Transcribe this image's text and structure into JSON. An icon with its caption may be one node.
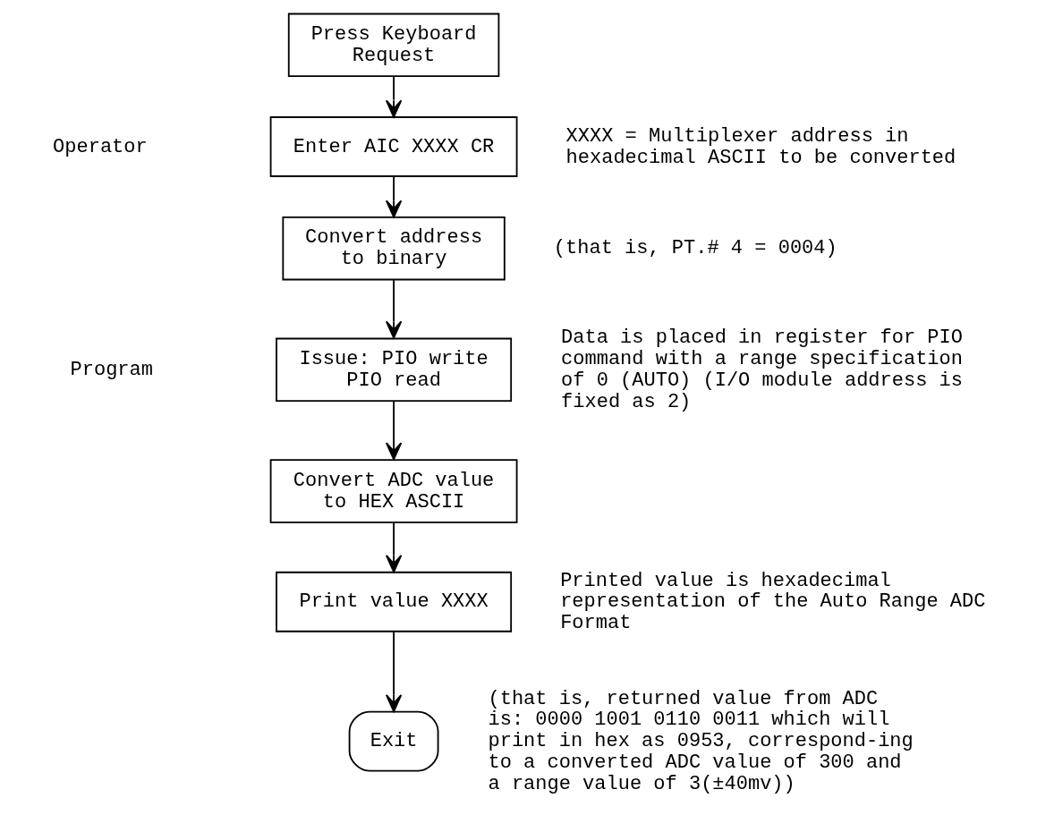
{
  "diagram": {
    "nodes": [
      {
        "text": [
          "Press Keyboard Request"
        ]
      },
      {
        "text": [
          "Enter AIC XXXX CR"
        ],
        "beside": [
          "XXXX = Multiplexer address in hexadecimal ASCII to be converted"
        ]
      },
      {
        "text": [
          "Convert address to binary"
        ],
        "beside": [
          "(that is, PT.# 4 = 0004)"
        ]
      },
      {
        "text": [
          "Issue: PIO write PIO read"
        ],
        "beside": [
          "Data is placed in register for PIO command with a range specification of 0 (AUTO) (I/O module address is fixed as 2)"
        ]
      },
      {
        "text": [
          "Convert ADC value to HEX ASCII"
        ]
      },
      {
        "text": [
          "Print value XXXX"
        ],
        "beside": [
          "Printed value is hexadecimal representation of the Auto Range ADC Format"
        ]
      },
      {
        "text": [
          "Exit"
        ],
        "beside": [
          "(that is, returned value from ADC is: 0000 1001 0110 0011 which will print in hex as 0953, correspond-ing to a converted ADC value of 300 and a range value of 3(±40mv))"
        ]
      }
    ],
    "edges": [
      {
        "from": 0,
        "to": 1,
        "arrow": "to"
      },
      {
        "from": 1,
        "to": 2,
        "arrow": "to"
      },
      {
        "from": 2,
        "to": 3,
        "arrow": "to"
      },
      {
        "from": 3,
        "to": 4,
        "arrow": "to"
      },
      {
        "from": 4,
        "to": 5,
        "arrow": "to"
      },
      {
        "from": 5,
        "to": 6,
        "arrow": "to"
      }
    ],
    "labels": [
      "Operator",
      "Program"
    ]
  }
}
